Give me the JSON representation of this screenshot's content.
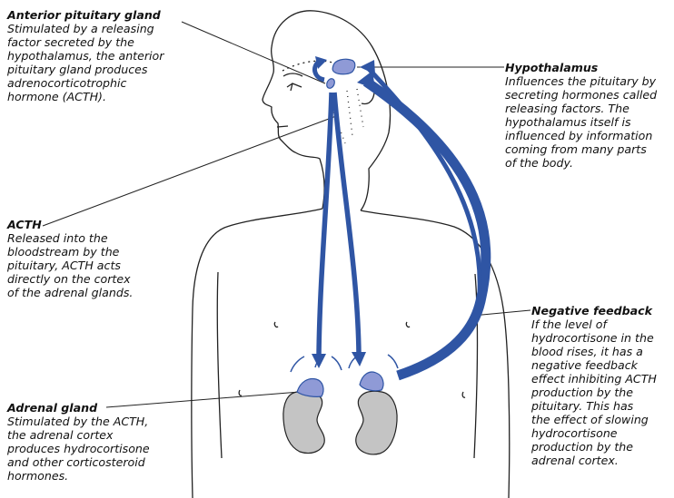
{
  "labels": {
    "anterior": {
      "title": "Anterior pituitary gland",
      "text": "Stimulated by a releasing\nfactor secreted by the\nhypothalamus, the anterior\npituitary gland produces\nadrenocorticotrophic\nhormone (ACTH)."
    },
    "hypothalamus": {
      "title": "Hypothalamus",
      "text": "Influences the pituitary by\nsecreting hormones called\nreleasing factors. The\nhypothalamus itself is\ninfluenced by information\ncoming from many parts\nof the body."
    },
    "acth": {
      "title": "ACTH",
      "text": "Released into the\nbloodstream by the\npituitary, ACTH acts\ndirectly on the cortex\nof the adrenal glands."
    },
    "feedback": {
      "title": "Negative feedback",
      "text": "If the level of\nhydrocortisone in the\nblood rises, it has a\nnegative feedback\neffect inhibiting ACTH\nproduction by the\npituitary. This has\nthe effect of slowing\nhydrocortisone\nproduction by the\nadrenal cortex."
    },
    "adrenal": {
      "title": "Adrenal gland",
      "text": "Stimulated by the ACTH,\nthe adrenal cortex\nproduces hydrocortisone\nand other corticosteroid\nhormones."
    }
  },
  "colors": {
    "arrow": "#2f55a4",
    "gland": "#8f9ad6",
    "kidney": "#c4c4c4",
    "outline": "#222222"
  }
}
